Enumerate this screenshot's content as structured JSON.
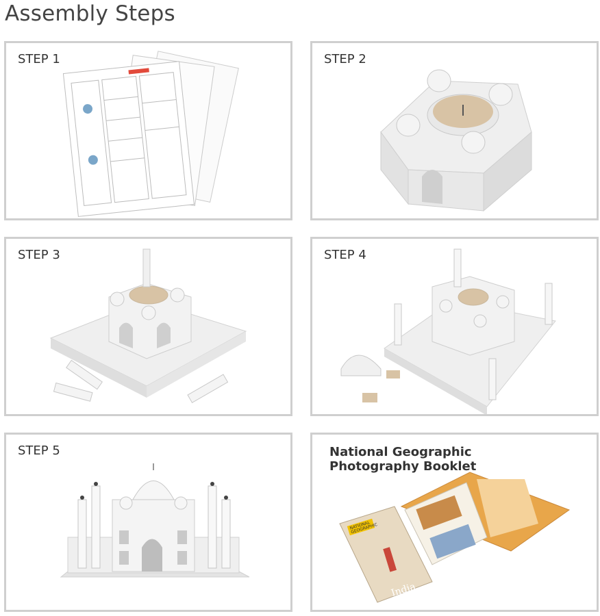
{
  "page": {
    "title": "Assembly Steps"
  },
  "panels": [
    {
      "label": "STEP 1",
      "illustration": "printed-sheets"
    },
    {
      "label": "STEP 2",
      "illustration": "model-base-with-domes"
    },
    {
      "label": "STEP 3",
      "illustration": "model-on-platform"
    },
    {
      "label": "STEP 4",
      "illustration": "model-with-minarets"
    },
    {
      "label": "STEP 5",
      "illustration": "finished-taj-mahal-model"
    },
    {
      "label_line1": "National Geographic",
      "label_line2": "Photography Booklet",
      "illustration": "open-photo-booklet",
      "booklet": {
        "brand_line1": "NATIONAL",
        "brand_line2": "GEOGRAPHIC",
        "cover_text": "India"
      }
    }
  ],
  "colors": {
    "panel_border": "#cfcfcf",
    "model_white": "#f2f2f2",
    "model_shade": "#d9d9d9",
    "accent_tan": "#d8c3a5",
    "booklet_orange": "#e8a64a",
    "brand_yellow": "#f2c200"
  }
}
